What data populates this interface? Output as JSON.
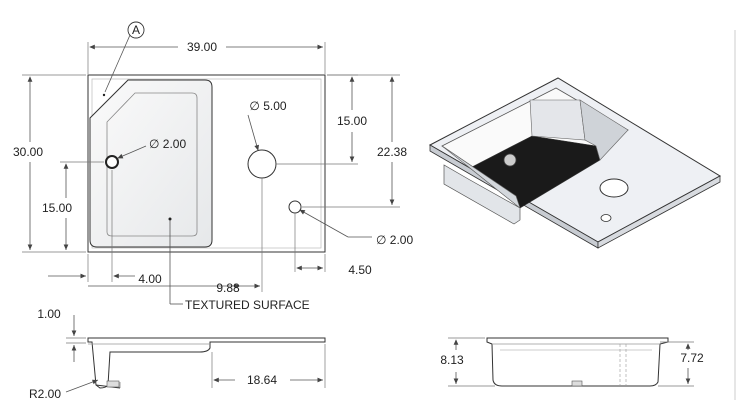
{
  "callouts": {
    "detail_letter": "A",
    "textured_surface": "TEXTURED SURFACE"
  },
  "dimensions": {
    "width": "39.00",
    "height": "30.00",
    "left_lower": "15.00",
    "drain_hole": "∅ 2.00",
    "faucet_hole": "∅ 5.00",
    "faucet_from_top": "15.00",
    "overall_right": "22.38",
    "small_hole": "∅ 2.00",
    "bottom_4": "4.00",
    "bottom_988": "9.88",
    "bottom_450": "4.50",
    "lip": "1.00",
    "radius": "R2.00",
    "depth_span": "18.64",
    "depth_left": "8.13",
    "depth_right": "7.72"
  },
  "colors": {
    "line": "#333333",
    "sink_dark": "#1a1a1a",
    "surface": "#eef0f4"
  }
}
